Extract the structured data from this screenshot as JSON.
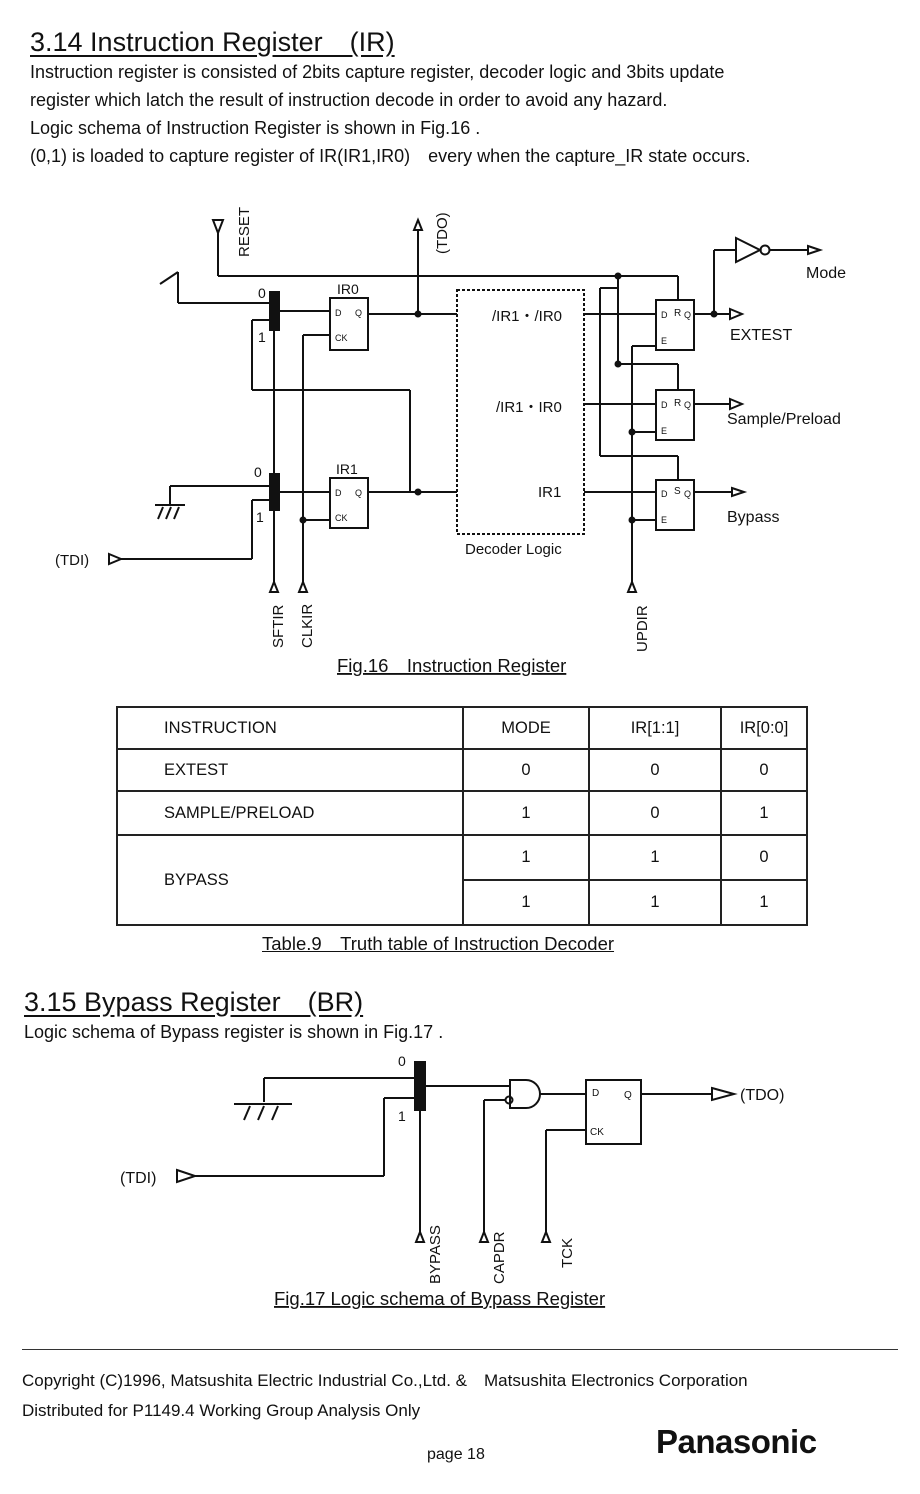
{
  "section_ir": {
    "title": "3.14 Instruction Register　(IR)",
    "lines": [
      "Instruction register is consisted of 2bits capture register, decoder logic and 3bits update",
      "register which latch the result of instruction decode in order to avoid any hazard.",
      "Logic schema of Instruction Register is shown in Fig.16 .",
      "(0,1) is loaded to capture register of IR(IR1,IR0)　every when the capture_IR state occurs."
    ]
  },
  "fig16": {
    "caption": "Fig.16　Instruction Register",
    "labels": {
      "reset": "RESET",
      "tdo": "(TDO)",
      "mux_0": "0",
      "mux_1": "1",
      "ir0": "IR0",
      "ir1": "IR1",
      "d": "D",
      "q": "Q",
      "ck": "CK",
      "dec_out1": "/IR1・/IR0",
      "dec_out2": "/IR1・IR0",
      "dec_out3": "IR1",
      "decoder": "Decoder Logic",
      "r": "R",
      "s": "S",
      "e": "E",
      "mode": "Mode",
      "extest": "EXTEST",
      "sample": "Sample/Preload",
      "bypass": "Bypass",
      "tdi": "(TDI)",
      "sftir": "SFTIR",
      "clkir": "CLKIR",
      "updir": "UPDIR"
    }
  },
  "table9": {
    "caption": "Table.9　Truth table of Instruction Decoder",
    "headers": [
      "INSTRUCTION",
      "MODE",
      "IR[1:1]",
      "IR[0:0]"
    ],
    "rows": [
      [
        "EXTEST",
        "0",
        "0",
        "0"
      ],
      [
        "SAMPLE/PRELOAD",
        "1",
        "0",
        "1"
      ],
      [
        "BYPASS",
        "1",
        "1",
        "0"
      ],
      [
        "",
        "1",
        "1",
        "1"
      ]
    ]
  },
  "section_br": {
    "title": "3.15 Bypass Register　(BR)",
    "line": "Logic schema of Bypass register is shown in Fig.17 ."
  },
  "fig17": {
    "caption": "Fig.17 Logic schema of Bypass Register",
    "labels": {
      "mux_0": "0",
      "mux_1": "1",
      "d": "D",
      "q": "Q",
      "ck": "CK",
      "tdo": "(TDO)",
      "tdi": "(TDI)",
      "bypass": "BYPASS",
      "capdr": "CAPDR",
      "tck": "TCK"
    }
  },
  "footer": {
    "copyright": "Copyright (C)1996, Matsushita Electric Industrial Co.,Ltd. &　Matsushita Electronics Corporation",
    "distributed": "Distributed for P1149.4 Working Group Analysis Only",
    "page": "page 18",
    "logo": "Panasonic"
  }
}
